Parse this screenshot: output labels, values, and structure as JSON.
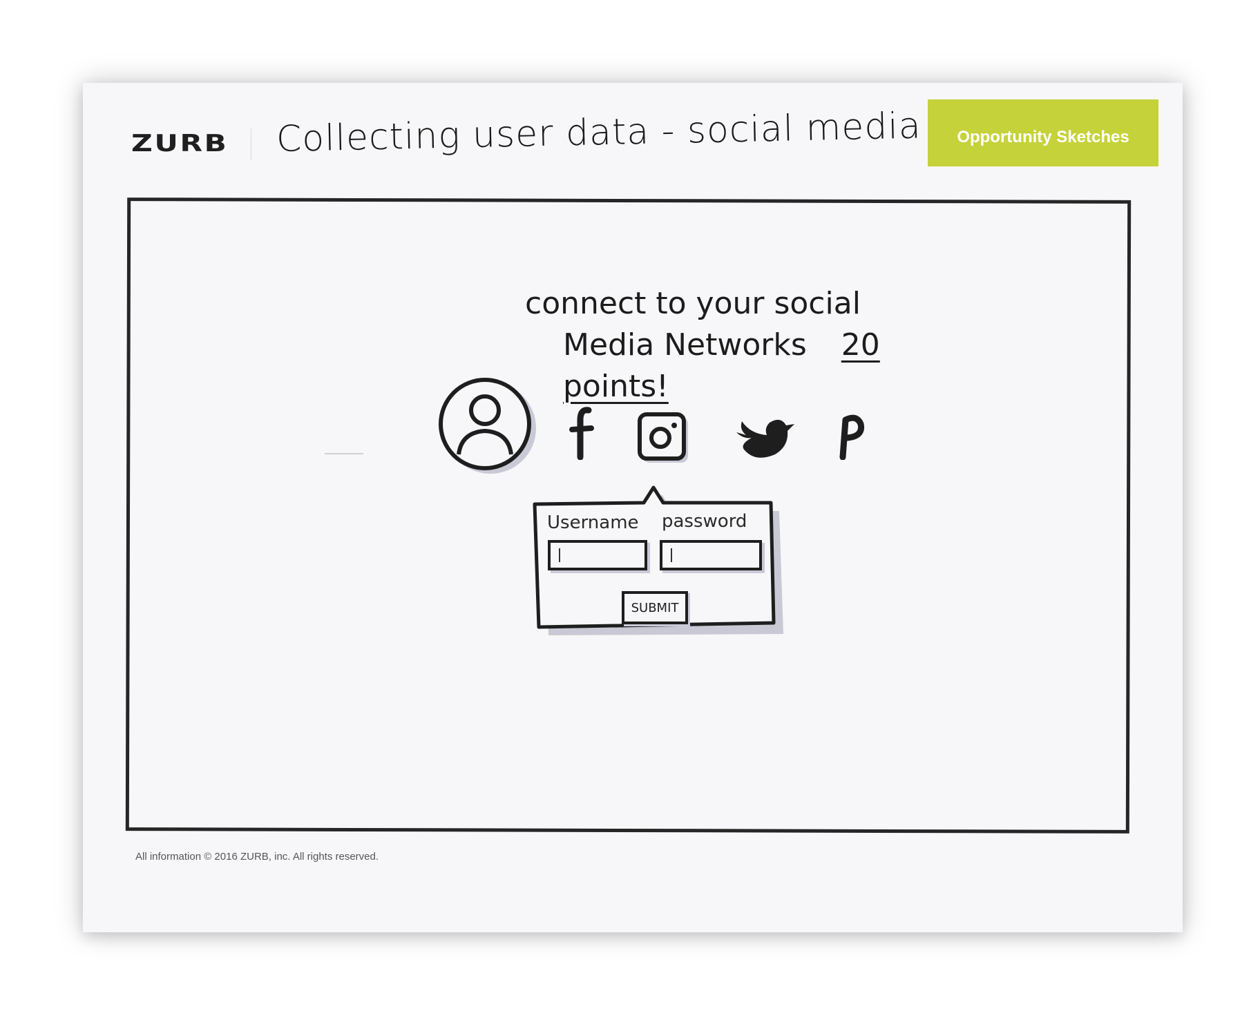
{
  "header": {
    "logo": "ZURB",
    "title": "Collecting user data - social media",
    "badge": "Opportunity Sketches"
  },
  "sketch": {
    "heading_line1": "connect to your social",
    "heading_line2": "Media Networks",
    "points": "20 points!",
    "icons": [
      "user-avatar-icon",
      "facebook-icon",
      "instagram-icon",
      "twitter-icon",
      "pinterest-icon"
    ],
    "form": {
      "username_label": "Username",
      "password_label": "password",
      "submit_label": "SUBMIT"
    }
  },
  "footer": {
    "copyright": "All information © 2016 ZURB, inc.  All rights reserved."
  },
  "colors": {
    "badge": "#c5d23a",
    "ink": "#1e1e1e",
    "paper": "#f7f7f9",
    "shadow": "#c9c9d6"
  }
}
